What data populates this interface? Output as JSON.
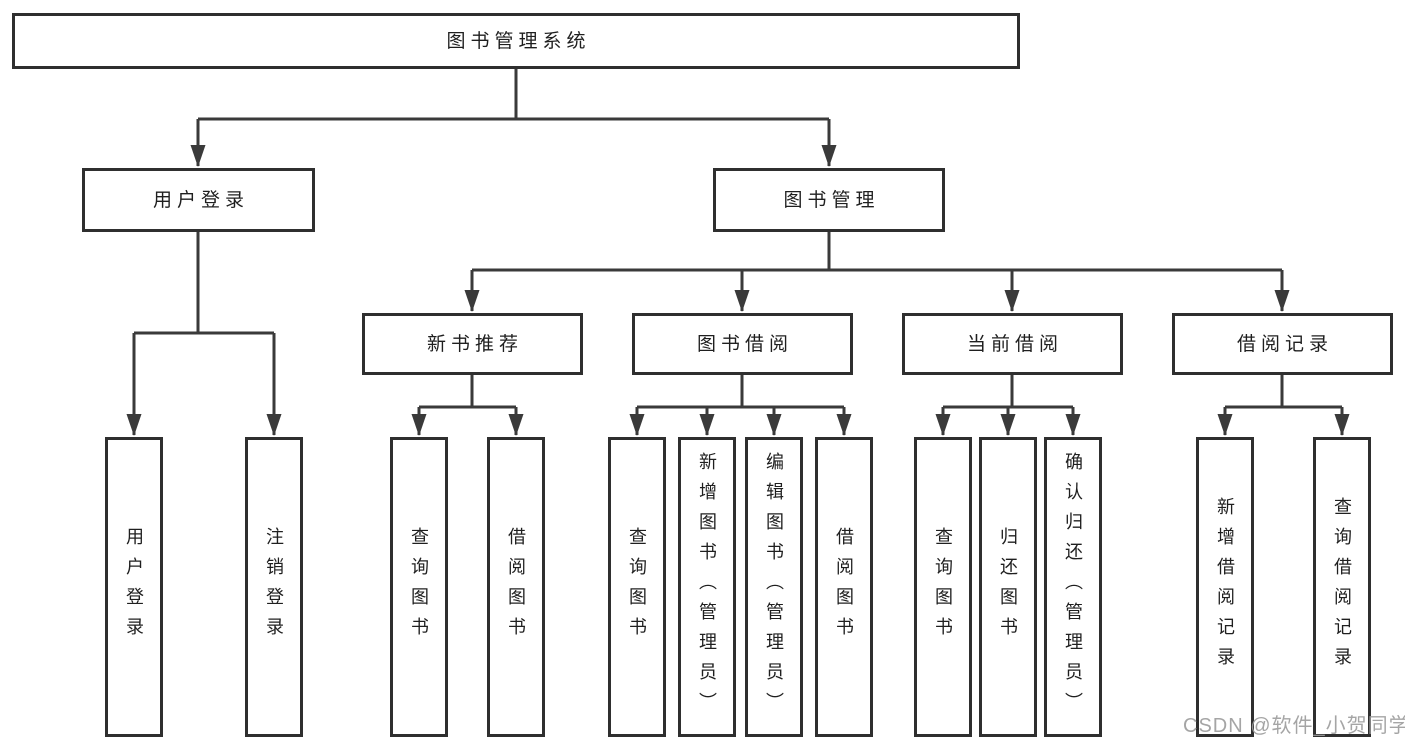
{
  "nodes": {
    "root": "图书管理系统",
    "user_login": "用户登录",
    "book_mgmt": "图书管理",
    "new_book_rec": "新书推荐",
    "book_borrow": "图书借阅",
    "current_borrow": "当前借阅",
    "borrow_records": "借阅记录",
    "ul_login": "用户登录",
    "ul_logout": "注销登录",
    "nbr_query": "查询图书",
    "nbr_borrow": "借阅图书",
    "bb_query": "查询图书",
    "bb_add": "新增图书（管理员）",
    "bb_edit": "编辑图书（管理员）",
    "bb_borrow": "借阅图书",
    "cb_query": "查询图书",
    "cb_return": "归还图书",
    "cb_confirm": "确认归还（管理员）",
    "br_add": "新增借阅记录",
    "br_query": "查询借阅记录"
  },
  "hierarchy": [
    {
      "parent": "图书管理系统",
      "children": [
        "用户登录",
        "图书管理"
      ]
    },
    {
      "parent": "用户登录",
      "children": [
        "用户登录",
        "注销登录"
      ]
    },
    {
      "parent": "图书管理",
      "children": [
        "新书推荐",
        "图书借阅",
        "当前借阅",
        "借阅记录"
      ]
    },
    {
      "parent": "新书推荐",
      "children": [
        "查询图书",
        "借阅图书"
      ]
    },
    {
      "parent": "图书借阅",
      "children": [
        "查询图书",
        "新增图书（管理员）",
        "编辑图书（管理员）",
        "借阅图书"
      ]
    },
    {
      "parent": "当前借阅",
      "children": [
        "查询图书",
        "归还图书",
        "确认归还（管理员）"
      ]
    },
    {
      "parent": "借阅记录",
      "children": [
        "新增借阅记录",
        "查询借阅记录"
      ]
    }
  ],
  "watermark": {
    "text": "CSDN @软件_小贺同学"
  },
  "colors": {
    "line": "#3a3a3a",
    "border": "#2f2f2f",
    "background": "#ffffff",
    "text": "#1f1f1f",
    "watermark": "#9c9c9c"
  }
}
